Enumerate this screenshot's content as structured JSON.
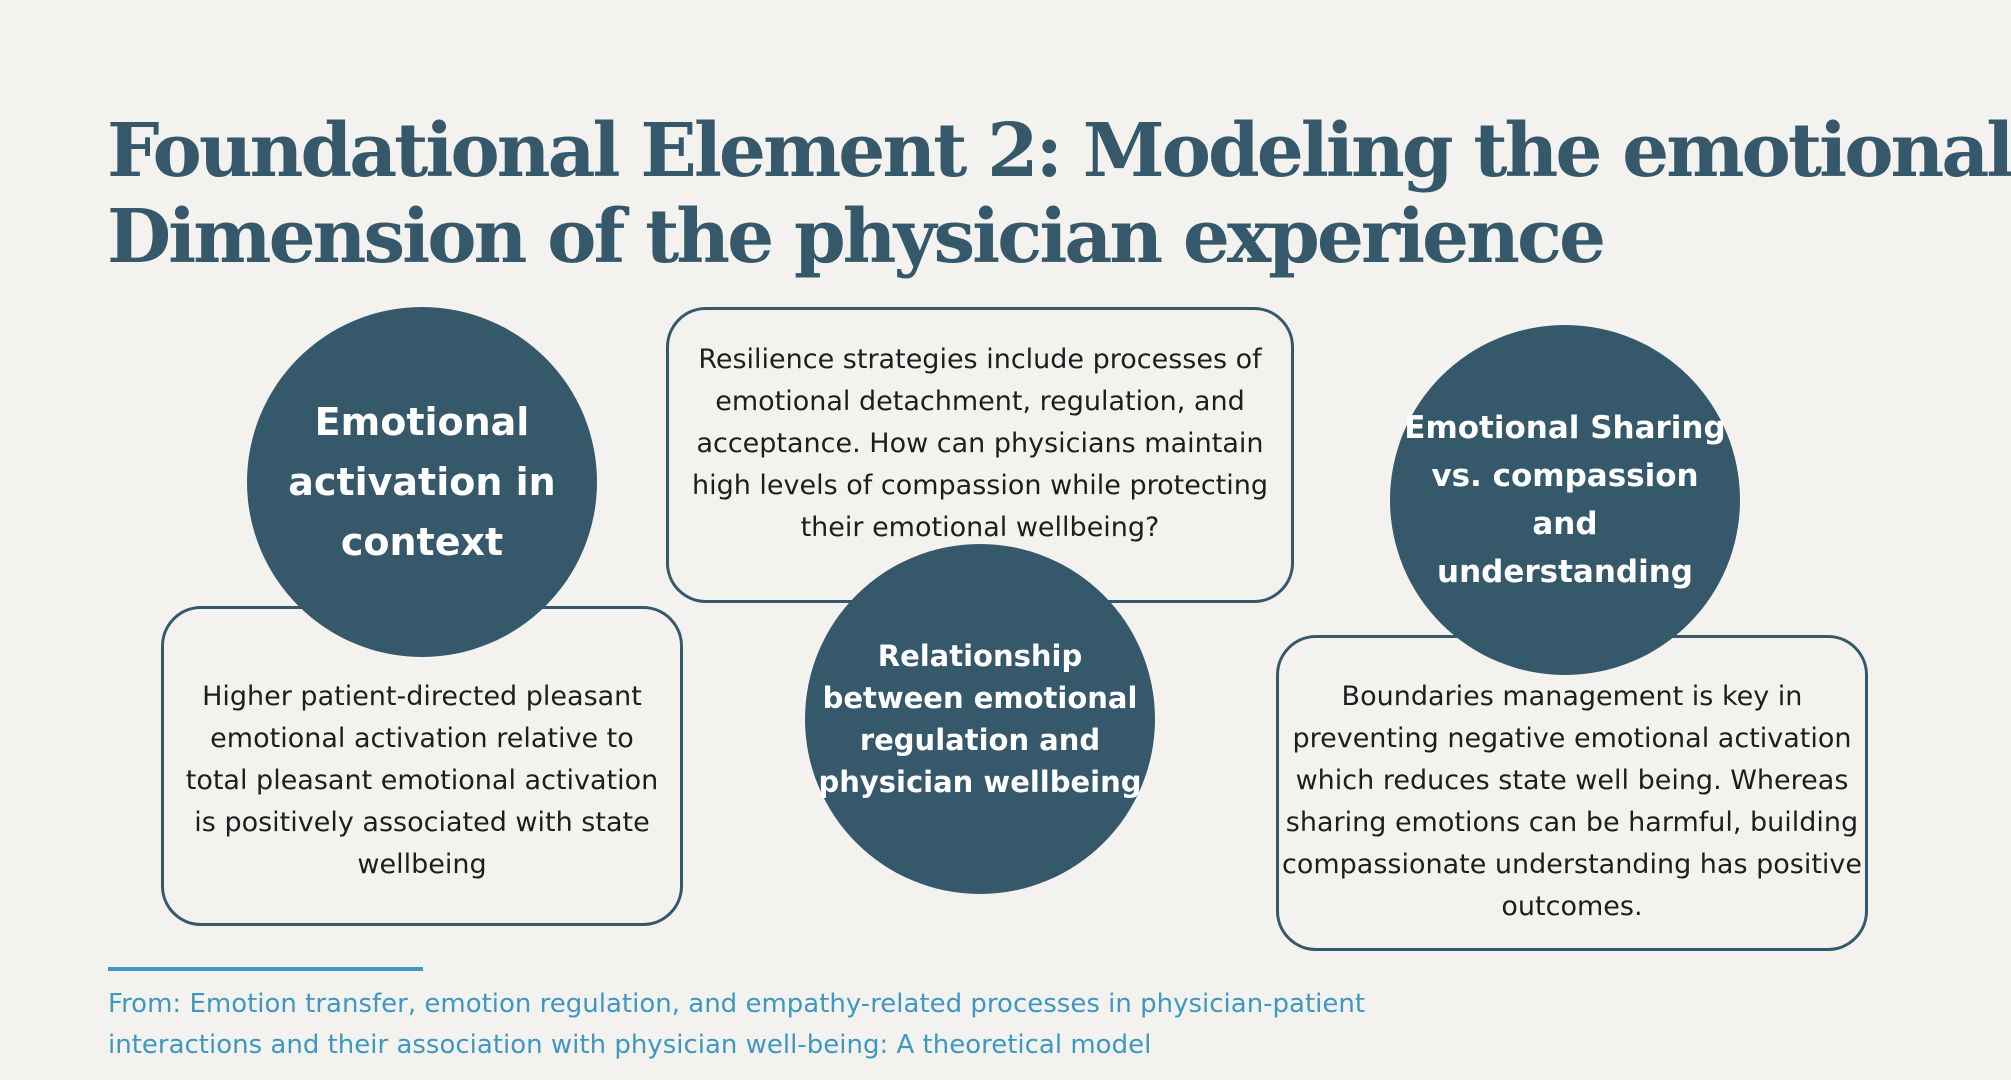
{
  "slide": {
    "title_lines": [
      "Foundational Element 2: Modeling the emotional",
      "Dimension of the physician experience"
    ]
  },
  "left": {
    "circle_lines": [
      "Emotional",
      "activation in",
      "context"
    ],
    "box_lines": [
      "Higher patient-directed pleasant",
      "emotional activation relative to",
      "total pleasant emotional activation",
      "is positively associated with state",
      "wellbeing"
    ]
  },
  "middle": {
    "box_lines": [
      "Resilience strategies include processes of",
      "emotional detachment, regulation, and",
      "acceptance. How can physicians maintain",
      "high levels of compassion while protecting",
      "their emotional wellbeing?"
    ],
    "circle_lines": [
      "Relationship",
      "between emotional",
      "regulation and",
      "physician wellbeing"
    ]
  },
  "right": {
    "circle_lines": [
      "Emotional Sharing",
      "vs. compassion",
      "and",
      "understanding"
    ],
    "box_lines": [
      "Boundaries management is key in",
      "preventing negative emotional activation",
      "which reduces state well being. Whereas",
      "sharing emotions can be harmful, building",
      "compassionate understanding has positive",
      "outcomes."
    ]
  },
  "source": {
    "lines": [
      "From: Emotion transfer, emotion regulation, and empathy-related processes in physician-patient",
      "interactions and their association with physician well-being: A theoretical model"
    ]
  },
  "colors": {
    "primary": "#35586b",
    "accent": "#3e98c0",
    "background": "#f3f2ee"
  }
}
